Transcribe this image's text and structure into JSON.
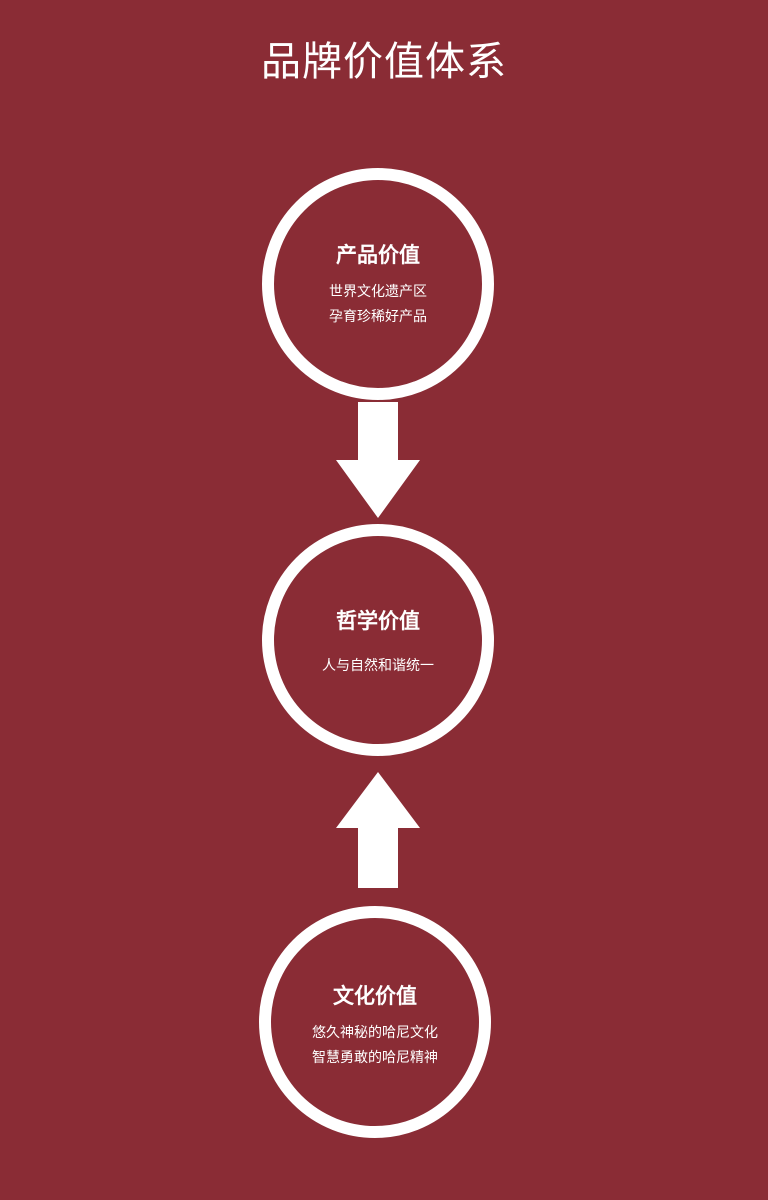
{
  "page": {
    "title": "品牌价值体系",
    "background_color": "#8a2c35",
    "foreground_color": "#ffffff"
  },
  "nodes": {
    "product": {
      "title": "产品价值",
      "lines": [
        "世界文化遗产区",
        "孕育珍稀好产品"
      ]
    },
    "philosophy": {
      "title": "哲学价值",
      "lines": [
        "人与自然和谐统一"
      ]
    },
    "culture": {
      "title": "文化价值",
      "lines": [
        "悠久神秘的哈尼文化",
        "智慧勇敢的哈尼精神"
      ]
    }
  },
  "arrows": [
    {
      "from": "product",
      "to": "philosophy",
      "direction": "down"
    },
    {
      "from": "culture",
      "to": "philosophy",
      "direction": "up"
    }
  ]
}
